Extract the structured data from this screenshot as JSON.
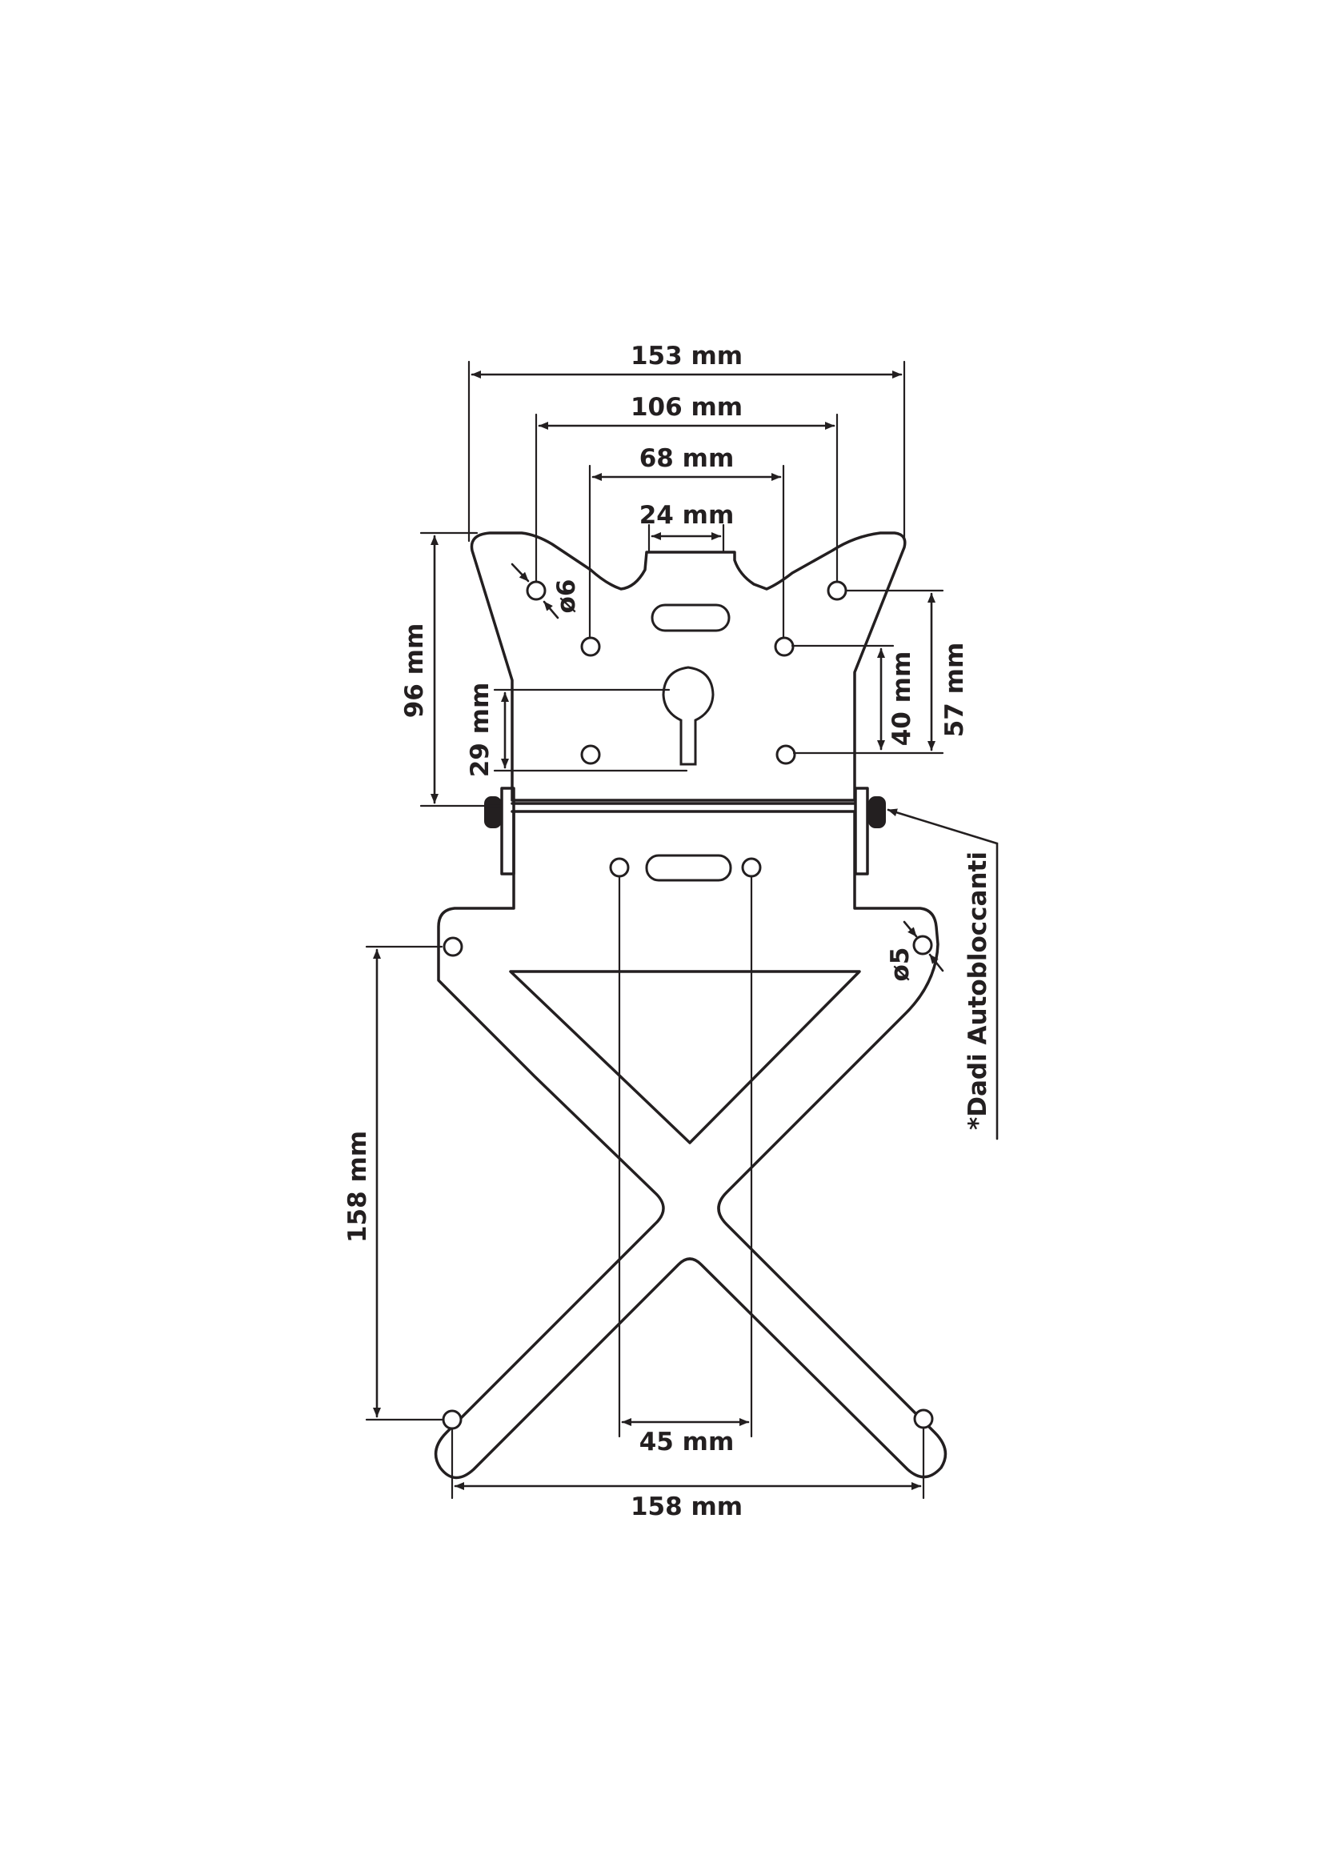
{
  "labels": {
    "width_total": "153 mm",
    "width_106": "106 mm",
    "width_68": "68 mm",
    "width_24": "24 mm",
    "height_96": "96 mm",
    "height_29": "29 mm",
    "height_40": "40 mm",
    "height_57": "57 mm",
    "hole_d6": "ø6",
    "hole_d5": "ø5",
    "nuts_note": "*Dadi Autobloccanti",
    "height_158": "158 mm",
    "spacing_45": "45 mm",
    "width_158": "158 mm"
  },
  "colors": {
    "stroke": "#231f20",
    "background": "#ffffff"
  }
}
